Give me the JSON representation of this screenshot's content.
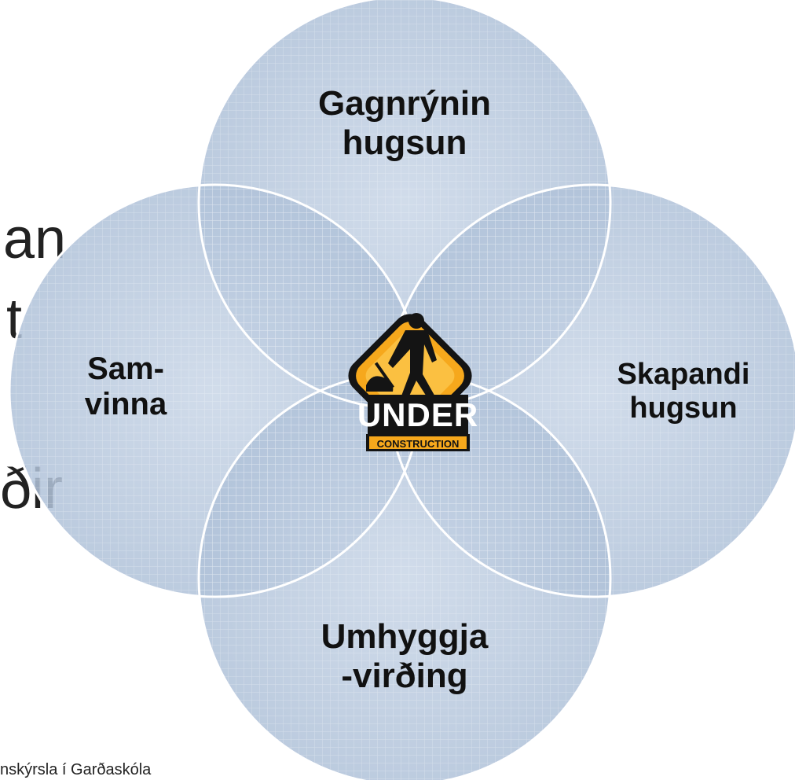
{
  "background_text": {
    "line1": "an",
    "line2": "t",
    "line3": "ðir"
  },
  "diagram": {
    "circles": [
      {
        "id": "top",
        "lines": [
          "Gagnrýnin",
          "hugsun"
        ]
      },
      {
        "id": "left",
        "lines": [
          "Sam-",
          "vinna"
        ]
      },
      {
        "id": "right",
        "lines": [
          "Skapandi",
          "hugsun"
        ]
      },
      {
        "id": "bottom",
        "lines": [
          "Umhyggja",
          "-virðing"
        ]
      }
    ],
    "center_sign": {
      "icon": "under-construction-sign-icon",
      "title": "UNDER",
      "subtitle": "CONSTRUCTION"
    },
    "colors": {
      "circle_fill": "#b7c7dc",
      "overlap_fill": "#9fb2cd",
      "outline": "#ffffff",
      "sign_orange": "#f6a81c",
      "sign_black": "#141414"
    }
  },
  "footer": {
    "text": "nskýrsla í Garðaskóla"
  }
}
